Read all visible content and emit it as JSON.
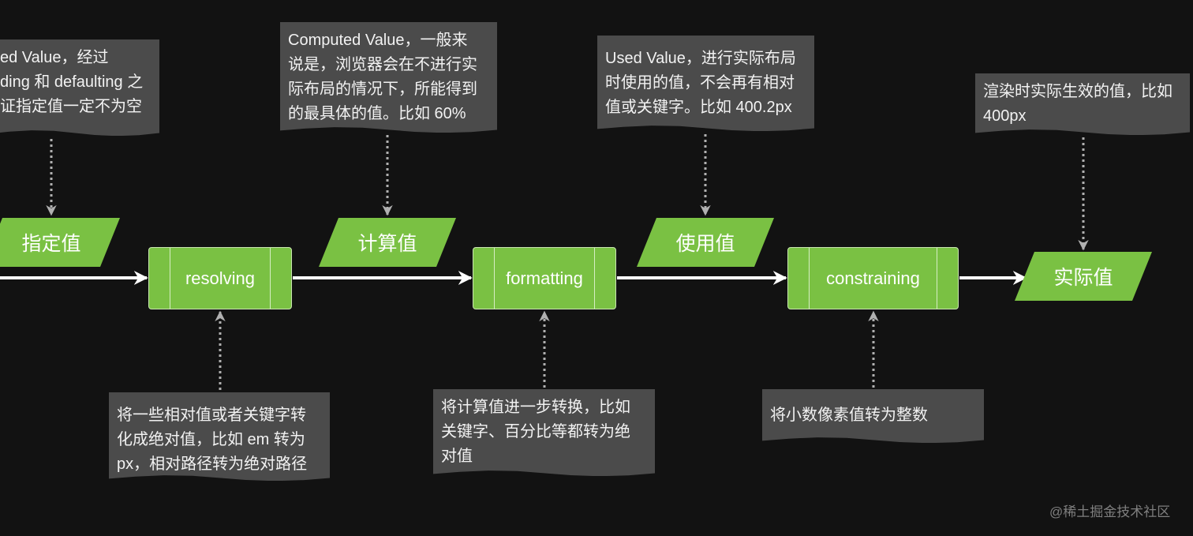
{
  "notes": {
    "specified": "ed Value，经过\nding 和 defaulting 之\n证指定值一定不为空",
    "computed": "Computed Value，一般来\n说是，浏览器会在不进行实\n际布局的情况下，所能得到\n的最具体的值。比如 60%",
    "used": "Used Value，进行实际布局\n时使用的值，不会再有相对\n值或关键字。比如 400.2px",
    "actual": "渲染时实际生效的值，比如\n400px",
    "resolving": "将一些相对值或者关键字转\n化成绝对值，比如 em 转为\npx，相对路径转为绝对路径",
    "formatting": "将计算值进一步转换，比如\n关键字、百分比等都转为绝\n对值",
    "constraining": "将小数像素值转为整数"
  },
  "values": {
    "specified": "指定值",
    "computed": "计算值",
    "used": "使用值",
    "actual": "实际值"
  },
  "steps": {
    "resolving": "resolving",
    "formatting": "formatting",
    "constraining": "constraining"
  },
  "watermark": "@稀土掘金技术社区",
  "colors": {
    "background": "#121212",
    "shape_green": "#7ac143",
    "note_gray": "#4b4b4b",
    "arrow_white": "#ffffff",
    "connector_gray": "#b0b0b0"
  }
}
